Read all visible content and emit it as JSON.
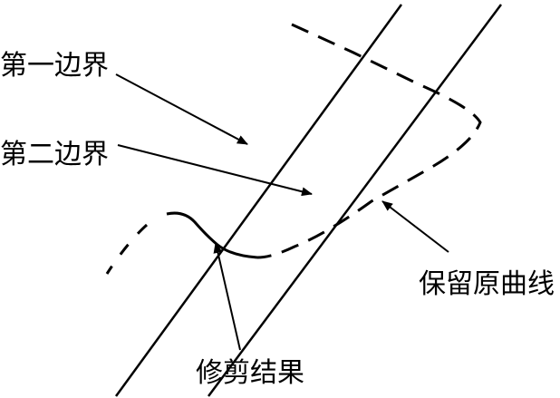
{
  "labels": {
    "first_boundary": "第一边界",
    "second_boundary": "第二边界",
    "keep_original_curve": "保留原曲线",
    "trim_result": "修剪结果"
  },
  "colors": {
    "stroke": "#000000",
    "background": "#ffffff"
  }
}
